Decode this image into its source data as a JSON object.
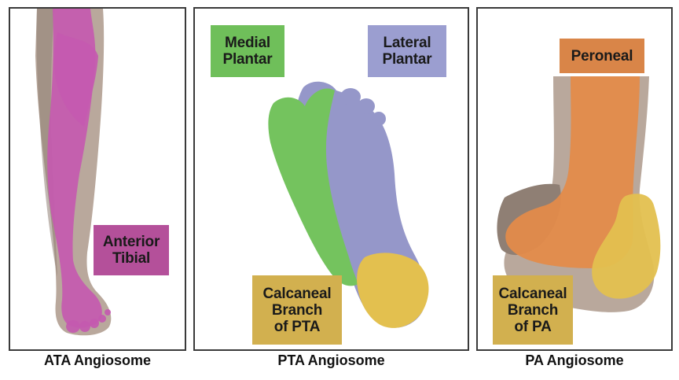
{
  "panels": [
    {
      "id": "ata",
      "caption": "ATA Angiosome",
      "labels": [
        {
          "key": "anterior_tibial",
          "lines": [
            "Anterior",
            "Tibial"
          ],
          "color": "#b4509a"
        }
      ]
    },
    {
      "id": "pta",
      "caption": "PTA Angiosome",
      "labels": [
        {
          "key": "medial_plantar",
          "lines": [
            "Medial",
            "Plantar"
          ],
          "color": "#6fbf5a"
        },
        {
          "key": "lateral_plantar",
          "lines": [
            "Lateral",
            "Plantar"
          ],
          "color": "#9b9ed0"
        },
        {
          "key": "calcaneal_branch_pta",
          "lines": [
            "Calcaneal",
            "Branch",
            "of PTA"
          ],
          "color": "#d2b04f"
        }
      ]
    },
    {
      "id": "pa",
      "caption": "PA Angiosome",
      "labels": [
        {
          "key": "peroneal",
          "lines": [
            "Peroneal"
          ],
          "color": "#d98548"
        },
        {
          "key": "calcaneal_branch_pa",
          "lines": [
            "Calcaneal",
            "Branch",
            "of PA"
          ],
          "color": "#d2b04f"
        }
      ]
    }
  ],
  "colors": {
    "skin": "#b9a89c",
    "skin_shadow": "#8f7f74",
    "ata_region": "#c45ab0",
    "medial_plantar_region": "#74c35e",
    "lateral_plantar_region": "#9597c9",
    "calcaneal_region": "#e3c04f",
    "peroneal_region": "#e38b4a"
  }
}
